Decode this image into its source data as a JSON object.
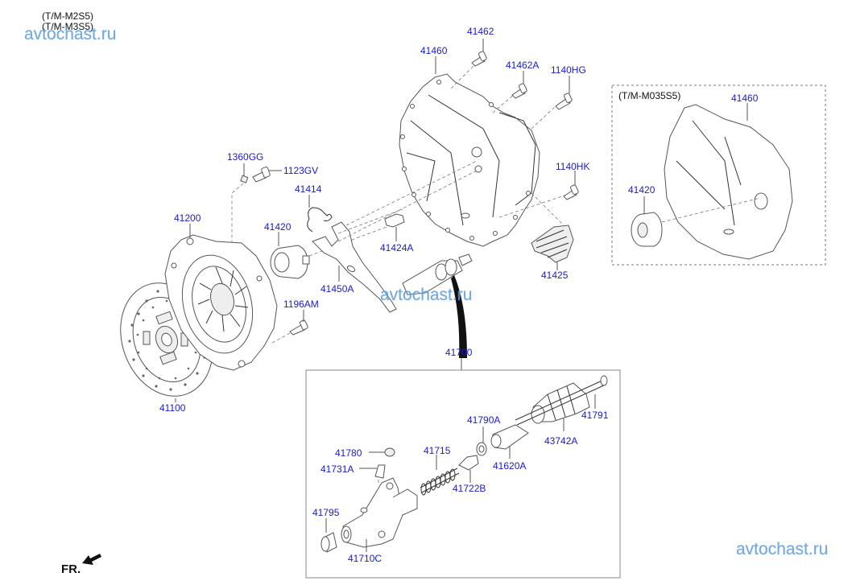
{
  "header": {
    "variant_1": "(T/M-M2S5)",
    "variant_2": "(T/M-M3S5)"
  },
  "inset": {
    "title": "(T/M-M035S5)",
    "labels": [
      "41460",
      "41420"
    ]
  },
  "labels": {
    "p41462": "41462",
    "p41460": "41460",
    "p41462A": "41462A",
    "p1140HG": "1140HG",
    "p1360GG": "1360GG",
    "p1123GV": "1123GV",
    "p41414": "41414",
    "p41200": "41200",
    "p41420": "41420",
    "p1140HK": "1140HK",
    "p41424A": "41424A",
    "p41450A": "41450A",
    "p41425": "41425",
    "p1196AM": "1196AM",
    "p41700": "41700",
    "p41100": "41100"
  },
  "subassembly": {
    "labels": {
      "p41790A": "41790A",
      "p41791": "41791",
      "p41715": "41715",
      "p43742A": "43742A",
      "p41780": "41780",
      "p41731A": "41731A",
      "p41722B": "41722B",
      "p41620A": "41620A",
      "p41795": "41795",
      "p41710C": "41710C"
    }
  },
  "direction": {
    "label": "FR.",
    "icon": "front-arrow-icon"
  },
  "watermarks": [
    "avtochast.ru",
    "avtochast.ru",
    "avtochast.ru"
  ],
  "colors": {
    "label": "#1a1acc",
    "watermark": "#5d9bd8",
    "line": "#333333"
  }
}
